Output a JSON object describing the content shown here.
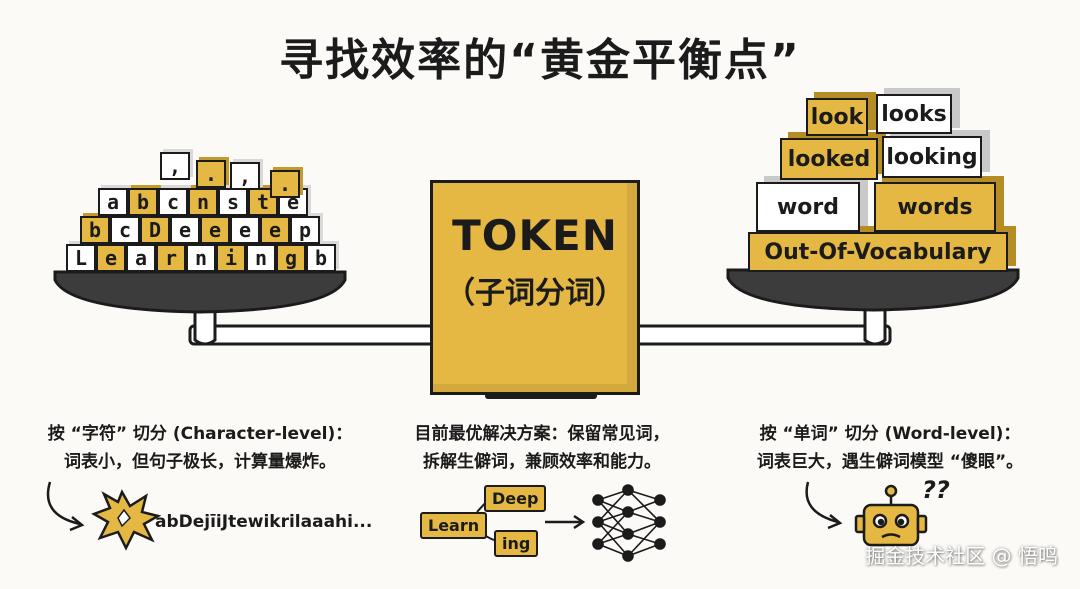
{
  "title": "寻找效率的“黄金平衡点”",
  "token": {
    "main": "TOKEN",
    "sub": "（子词分词）"
  },
  "left_pan": {
    "letters": [
      "L",
      "e",
      "a",
      "r",
      "n",
      "i",
      "n",
      "g",
      "b",
      "c",
      "D",
      "e",
      "e",
      "p",
      "a",
      "b",
      "c",
      "n",
      "s",
      "t",
      "e",
      ",",
      ".",
      ","
    ]
  },
  "right_pan": {
    "blocks": [
      "look",
      "looks",
      "looked",
      "looking",
      "word",
      "words",
      "Out-Of-Vocabulary"
    ]
  },
  "captions": {
    "left": [
      "按 “字符” 切分 (Character-level)：",
      "词表小，但句子极长，计算量爆炸。"
    ],
    "middle": [
      "目前最优解决方案：保留常见词，",
      "拆解生僻词，兼顾效率和能力。"
    ],
    "right": [
      "按 “单词” 切分 (Word-level)：",
      "词表巨大，遇生僻词模型 “傻眼”。"
    ]
  },
  "left_example": "abDejīiJtewikrilaaahi...",
  "middle_example": {
    "tags": [
      "Learn",
      "Deep",
      "ing"
    ]
  },
  "right_example": {
    "qmarks": "??"
  },
  "watermark": "掘金技术社区 @ 悟鸣",
  "colors": {
    "accent": "#e5b843",
    "ink": "#1b1b1b",
    "pan": "#3c3c3c",
    "background": "#fbfaf6"
  },
  "icons": [
    "explosion-icon",
    "neural-network-icon",
    "robot-icon",
    "arrow-icon"
  ]
}
